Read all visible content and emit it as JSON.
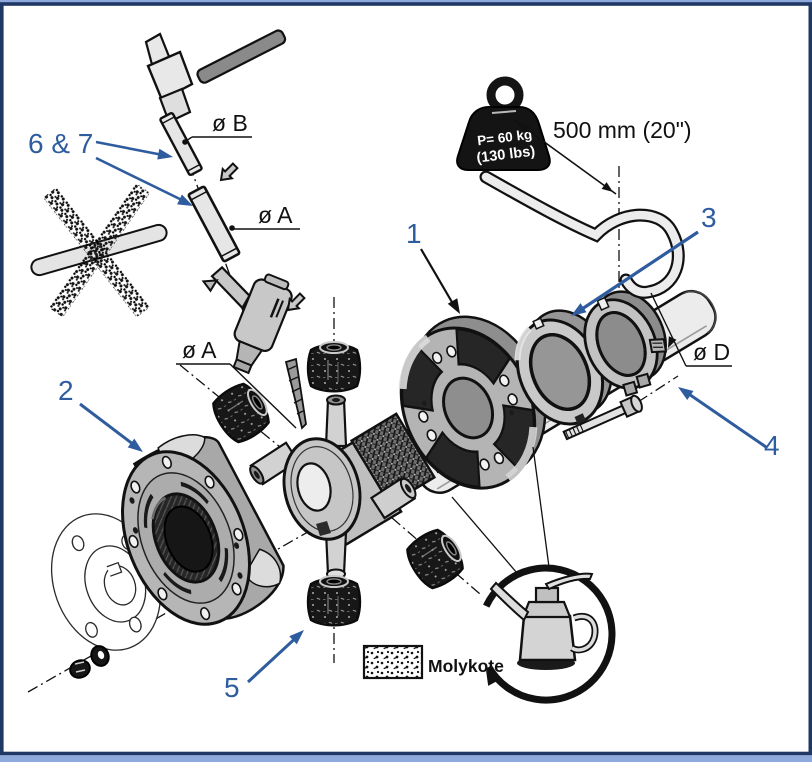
{
  "diagram": {
    "callouts": {
      "one": "1",
      "two": "2",
      "three": "3",
      "four": "4",
      "five": "5",
      "six_seven": "6 & 7"
    },
    "dimensions": {
      "dia_b": "ø B",
      "dia_a_upper": "ø A",
      "dia_a_lower": "ø A",
      "dia_d": "ø D",
      "offset_length": "500 mm (20\")"
    },
    "weight": {
      "line1": "P= 60 kg",
      "line2": "(130 lbs)"
    },
    "lubricant_label": "Molykote",
    "colors": {
      "annotation_blue": "#2E5C9E",
      "frame_navy": "#1F3864",
      "frame_light_blue": "#8EA9DB"
    }
  }
}
